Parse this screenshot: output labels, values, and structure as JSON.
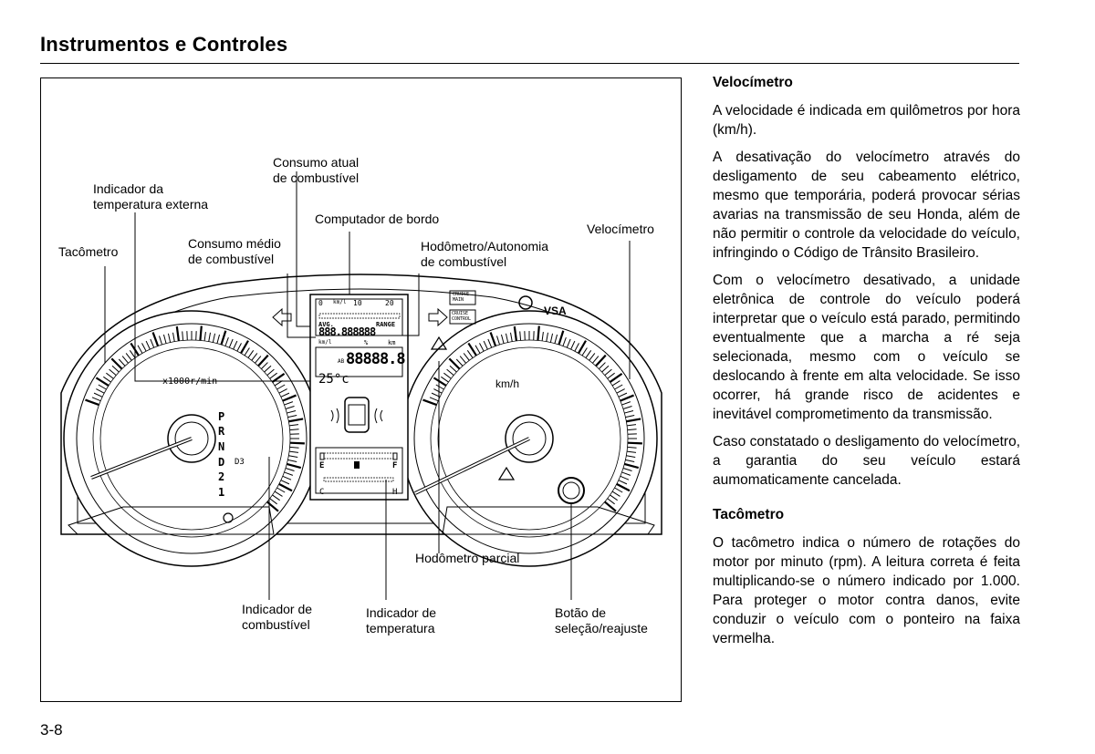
{
  "header": {
    "title": "Instrumentos e Controles"
  },
  "page_number": "3-8",
  "figure": {
    "labels": {
      "consumo_atual": [
        "Consumo atual",
        "de combustível"
      ],
      "indicador_temp_externa": [
        "Indicador da",
        "temperatura externa"
      ],
      "computador_bordo": "Computador de bordo",
      "velocimetro": "Velocímetro",
      "tacometro": "Tacômetro",
      "consumo_medio": [
        "Consumo médio",
        "de combustível"
      ],
      "hodometro_autonomia": [
        "Hodômetro/Autonomia",
        "de combustível"
      ],
      "hodometro_parcial": "Hodômetro parcial",
      "indicador_combustivel": [
        "Indicador de",
        "combustível"
      ],
      "indicador_temperatura": [
        "Indicador de",
        "temperatura"
      ],
      "botao_selecao": [
        "Botão de",
        "seleção/reajuste"
      ]
    },
    "dash_text": {
      "kmh": "km/h",
      "x1000": "x1000r/min",
      "gears": [
        "P",
        "R",
        "N",
        "D",
        "2",
        "1"
      ],
      "d3": "D3",
      "vsa": "VSA",
      "cruise_main": [
        "CRUISE",
        "MAIN"
      ],
      "cruise_control": [
        "CRUISE",
        "CONTROL"
      ],
      "lcd_scale": [
        "0",
        "km/l",
        "10",
        "20"
      ],
      "avg": "AVG.",
      "range": "RANGE",
      "lcd_digits": "888.888888",
      "kml": "km/l",
      "pct": "%",
      "km": "km",
      "ab": "AB",
      "odo_digits": "88888.8",
      "temp": "25°c",
      "fuel_e": "E",
      "fuel_f": "F",
      "temp_c": "C",
      "temp_h": "H"
    }
  },
  "sections": [
    {
      "heading": "Velocímetro",
      "paragraphs": [
        "A velocidade é indicada em quilômetros por hora (km/h).",
        "A desativação do velocímetro através do desligamento de seu cabeamento elétrico, mesmo que temporária, poderá provocar sérias avarias na transmissão de seu Honda, além de não permitir o controle da velocidade do veículo, infringindo o Código de Trânsito Brasileiro.",
        "Com o velocímetro desativado, a unidade eletrônica de controle do veículo poderá interpretar que o veículo está parado, permitindo eventualmente que a marcha a ré seja selecionada, mesmo com o veículo se deslocando à frente em alta velocidade. Se isso ocorrer, há grande risco de acidentes e inevitável comprometimento da transmissão.",
        "Caso constatado o desligamento do velocímetro, a garantia do seu veículo estará aumomaticamente cancelada."
      ]
    },
    {
      "heading": "Tacômetro",
      "paragraphs": [
        "O tacômetro indica o número de rotações do motor por minuto (rpm). A leitura correta é feita multiplicando-se o número indicado por 1.000. Para proteger o motor contra danos, evite conduzir o veículo com o ponteiro na faixa vermelha."
      ]
    }
  ]
}
